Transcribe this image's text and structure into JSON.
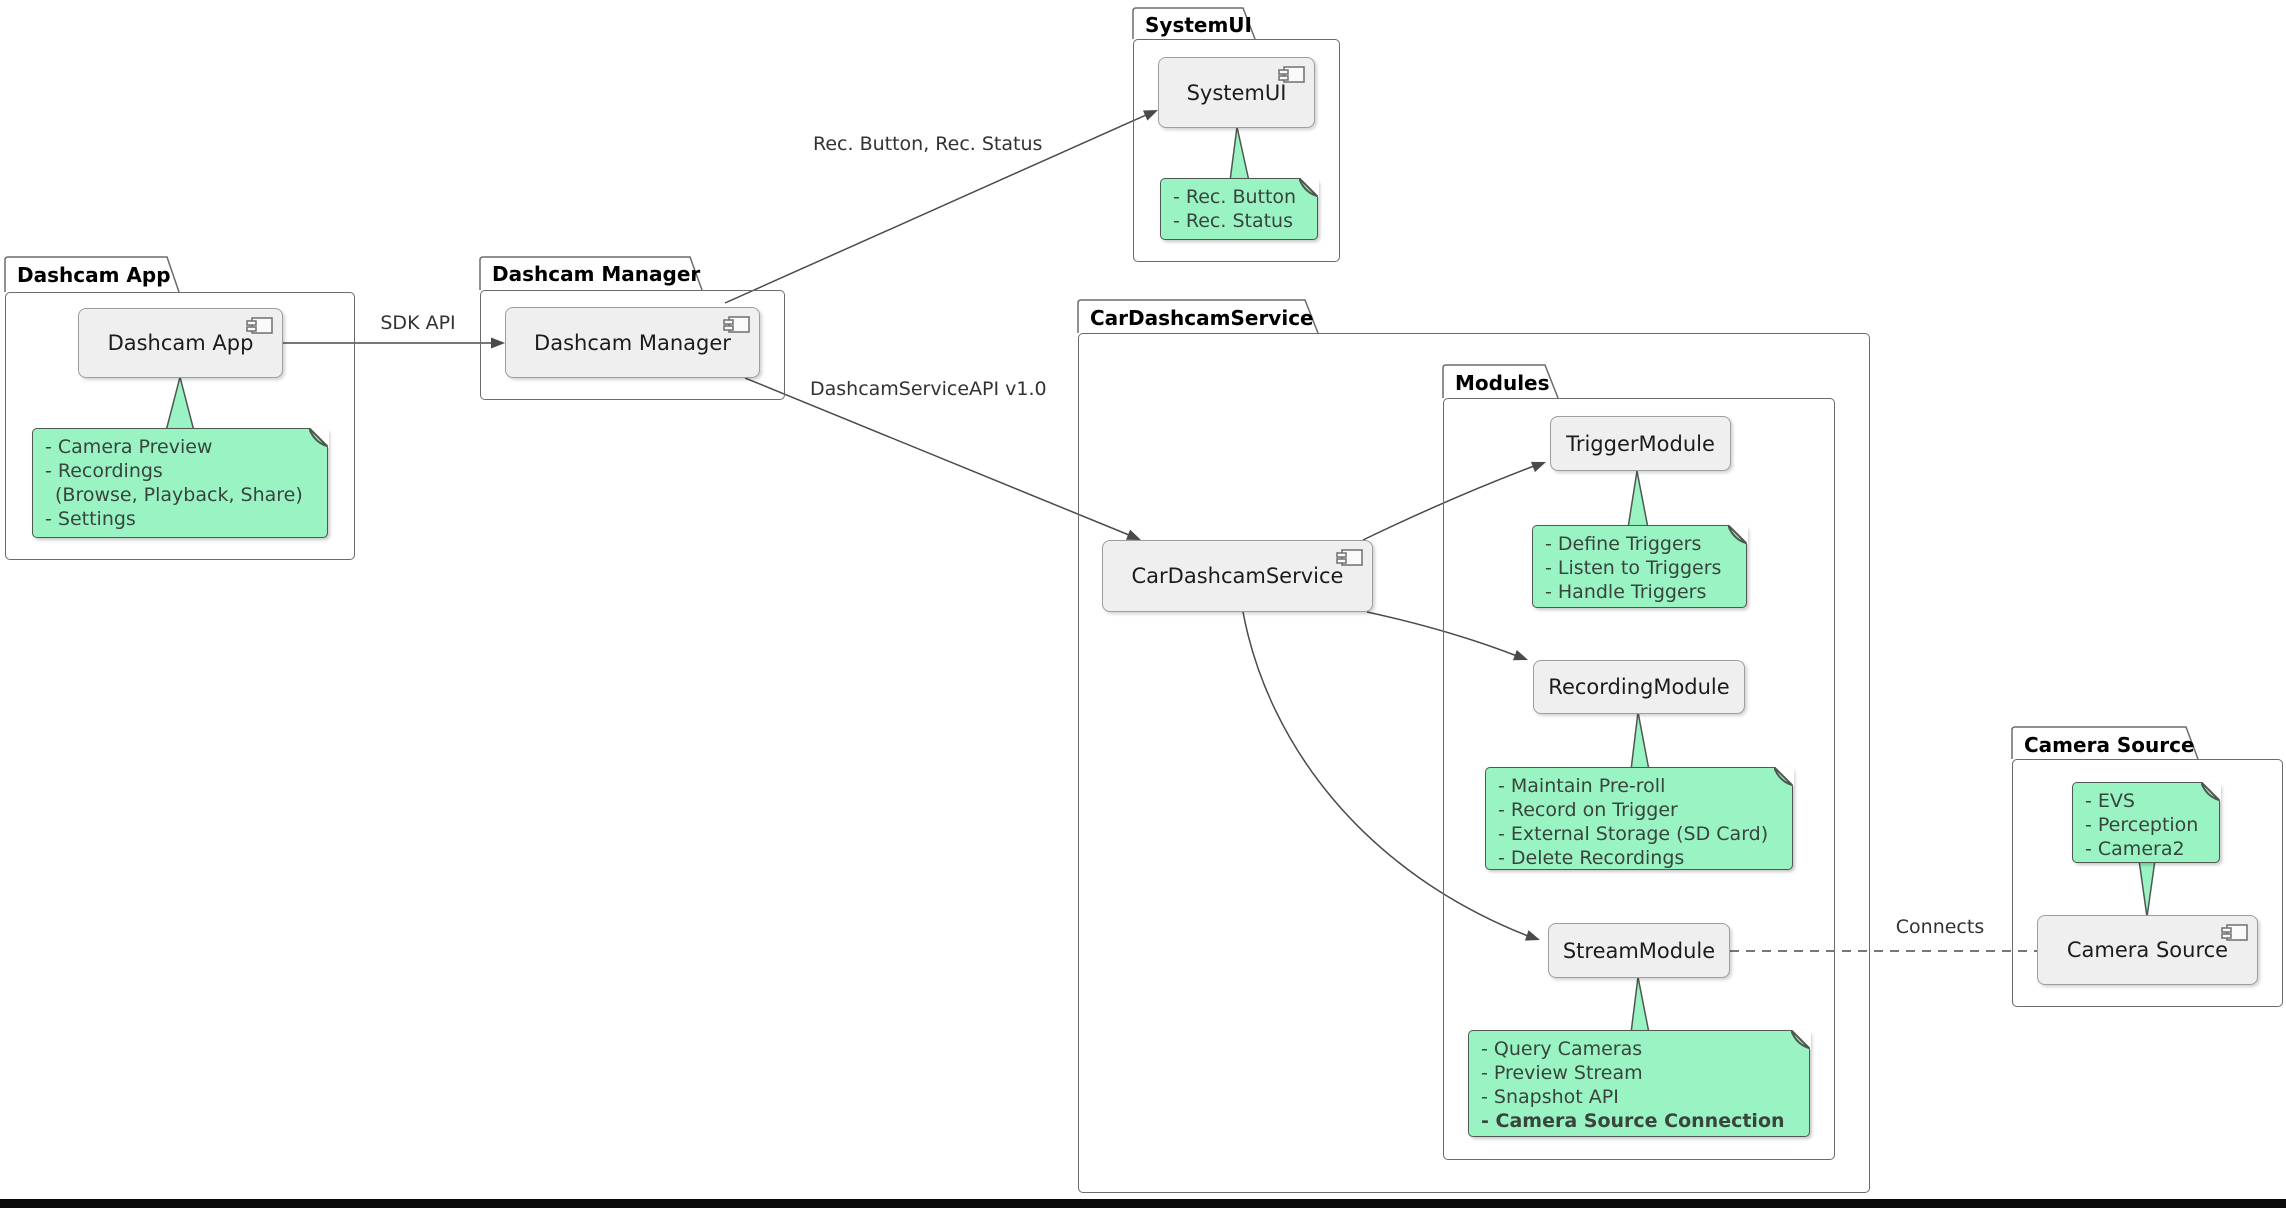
{
  "packages": {
    "dashcam_app": {
      "title": "Dashcam App"
    },
    "dashcam_manager": {
      "title": "Dashcam Manager"
    },
    "systemui": {
      "title": "SystemUI"
    },
    "car_dashcam_service": {
      "title": "CarDashcamService"
    },
    "modules": {
      "title": "Modules"
    },
    "camera_source": {
      "title": "Camera Source"
    }
  },
  "components": {
    "dashcam_app": {
      "label": "Dashcam App"
    },
    "dashcam_manager": {
      "label": "Dashcam Manager"
    },
    "systemui": {
      "label": "SystemUI"
    },
    "car_dashcam_service": {
      "label": "CarDashcamService"
    },
    "trigger_module": {
      "label": "TriggerModule"
    },
    "recording_module": {
      "label": "RecordingModule"
    },
    "stream_module": {
      "label": "StreamModule"
    },
    "camera_source": {
      "label": "Camera Source"
    }
  },
  "notes": {
    "dashcam_app": {
      "lines": [
        "- Camera Preview",
        "- Recordings",
        "(Browse, Playback, Share)",
        "- Settings"
      ]
    },
    "systemui": {
      "lines": [
        "- Rec. Button",
        "- Rec. Status"
      ]
    },
    "trigger_module": {
      "lines": [
        "- Define Triggers",
        "- Listen to Triggers",
        "- Handle Triggers"
      ]
    },
    "recording_module": {
      "lines": [
        "- Maintain Pre-roll",
        "- Record on Trigger",
        "- External Storage (SD Card)",
        "- Delete Recordings"
      ]
    },
    "stream_module": {
      "lines": [
        "- Query Cameras",
        "- Preview Stream",
        "- Snapshot API",
        "- Camera Source Connection"
      ]
    },
    "camera_source": {
      "lines": [
        "- EVS",
        "- Perception",
        "- Camera2"
      ]
    }
  },
  "edges": {
    "sdk_api": {
      "label": "SDK API"
    },
    "rec_button_status": {
      "label": "Rec. Button, Rec. Status"
    },
    "dashcam_service_api": {
      "label": "DashcamServiceAPI v1.0"
    },
    "connects": {
      "label": "Connects"
    }
  },
  "colors": {
    "note_fill": "#99F3C3",
    "note_border": "#4F584F",
    "component_fill": "#EFEFEF",
    "component_border": "#9E9E9E",
    "package_border": "#6B6B6B",
    "edge": "#4A4A4A"
  }
}
